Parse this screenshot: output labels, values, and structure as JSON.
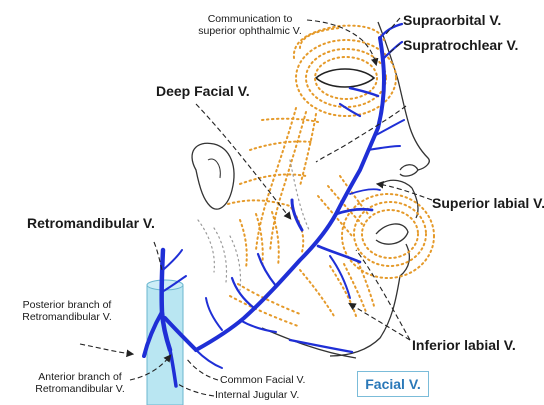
{
  "title": "Facial V.",
  "labels": {
    "supraorbital": "Supraorbital V.",
    "supratrochlear": "Supratrochlear V.",
    "communication_line1": "Communication to",
    "communication_line2": "superior ophthalmic V.",
    "deep_facial": "Deep Facial V.",
    "superior_labial": "Superior labial V.",
    "retromandibular": "Retromandibular V.",
    "posterior_branch_line1": "Posterior branch of",
    "posterior_branch_line2": "Retromandibular V.",
    "anterior_branch_line1": "Anterior branch of",
    "anterior_branch_line2": "Retromandibular V.",
    "common_facial": "Common Facial V.",
    "internal_jugular": "Internal Jugular  V.",
    "inferior_labial": "Inferior labial V."
  },
  "colors": {
    "vein": "#1f2fd6",
    "muscle_outline": "#e59a2a",
    "face_outline": "#333333",
    "jugular_fill": "#b9e6f2",
    "pointer_line": "#222222",
    "title_text": "#2a78b8",
    "title_border": "#7bbcd9"
  }
}
